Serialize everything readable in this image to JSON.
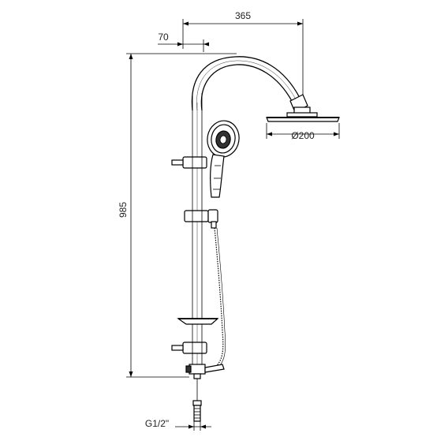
{
  "dimensions": {
    "arm_reach": "365",
    "pipe_offset": "70",
    "total_height": "985",
    "head_diameter": "Ø200",
    "thread": "G1/2\""
  }
}
